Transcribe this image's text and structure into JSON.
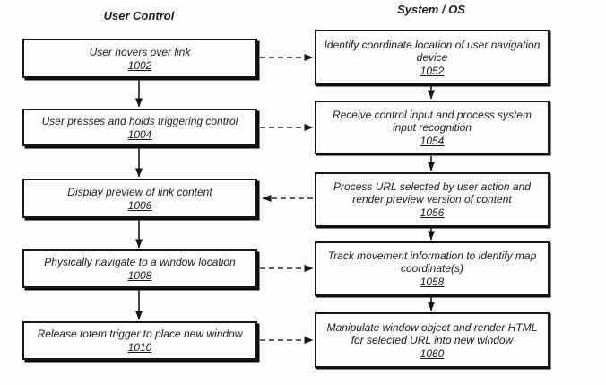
{
  "diagram": {
    "title_context": "Flowchart of user control and system/OS process steps",
    "colors": {
      "background": "#fcfcfc",
      "line": "#151515",
      "text": "#1a1a1a"
    },
    "columns": [
      {
        "header": "User Control",
        "boxes": [
          {
            "text": "User hovers over link",
            "ref": "1002"
          },
          {
            "text": "User presses and holds triggering control",
            "ref": "1004"
          },
          {
            "text": "Display preview of link content",
            "ref": "1006"
          },
          {
            "text": "Physically navigate to a window location",
            "ref": "1008"
          },
          {
            "text": "Release totem trigger to place new window",
            "ref": "1010"
          }
        ]
      },
      {
        "header": "System / OS",
        "boxes": [
          {
            "text": "Identify coordinate location of user navigation device",
            "ref": "1052"
          },
          {
            "text": "Receive control input and process system input recognition",
            "ref": "1054"
          },
          {
            "text": "Process URL selected by user action and render preview version of content",
            "ref": "1056"
          },
          {
            "text": "Track movement information to identify map coordinate(s)",
            "ref": "1058"
          },
          {
            "text": "Manipulate window object and render HTML for selected URL into new window",
            "ref": "1060"
          }
        ]
      }
    ],
    "flows": {
      "vertical_left": [
        "1002→1004",
        "1004→1006",
        "1006→1008",
        "1008→1010"
      ],
      "vertical_right": [
        "1052→1054",
        "1054→1056",
        "1056→1058",
        "1058→1060"
      ],
      "horizontal_dashed": [
        "1002→1052",
        "1004→1054",
        "1056→1006",
        "1008→1058",
        "1010→1060"
      ]
    }
  }
}
